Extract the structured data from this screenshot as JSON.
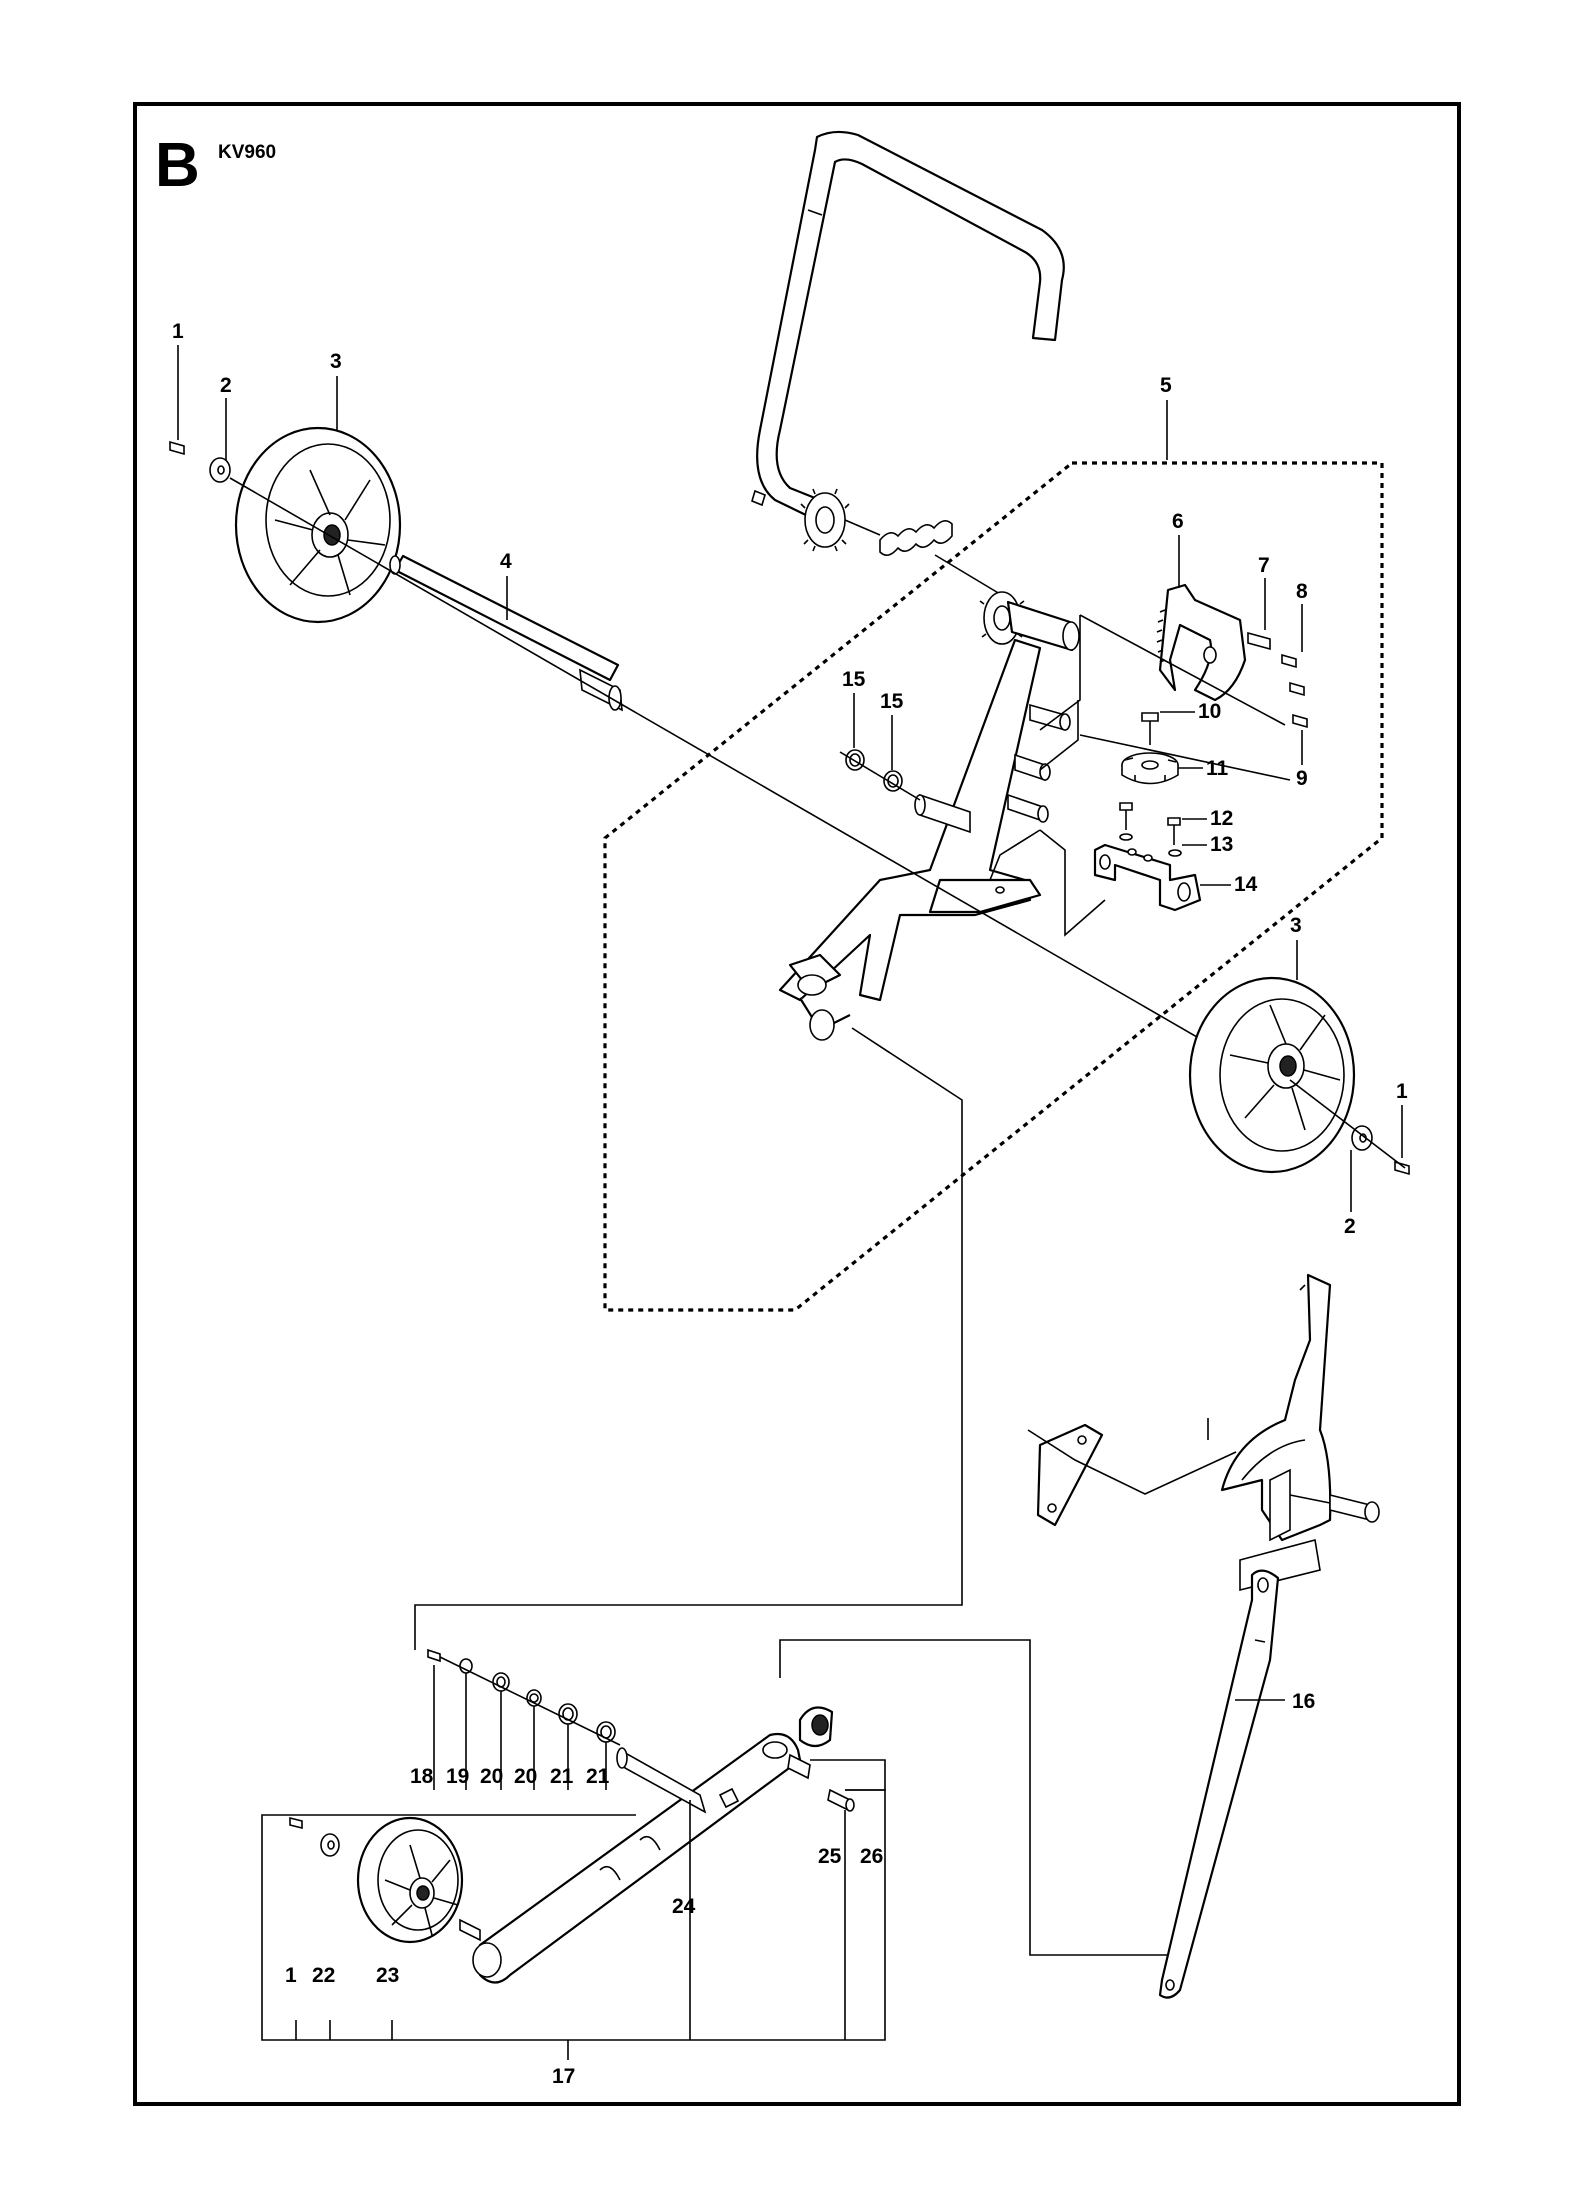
{
  "section_letter": "B",
  "model": "KV960",
  "callouts": {
    "c1a": "1",
    "c2a": "2",
    "c3a": "3",
    "c4": "4",
    "c5": "5",
    "c6": "6",
    "c7": "7",
    "c8": "8",
    "c9": "9",
    "c10": "10",
    "c11": "11",
    "c12": "12",
    "c13": "13",
    "c14": "14",
    "c15a": "15",
    "c15b": "15",
    "c3b": "3",
    "c1b": "1",
    "c2b": "2",
    "c16": "16",
    "c18": "18",
    "c19": "19",
    "c20a": "20",
    "c20b": "20",
    "c21a": "21",
    "c21b": "21",
    "c25": "25",
    "c26": "26",
    "c24": "24",
    "c1c": "1",
    "c22": "22",
    "c23": "23",
    "c17": "17"
  }
}
